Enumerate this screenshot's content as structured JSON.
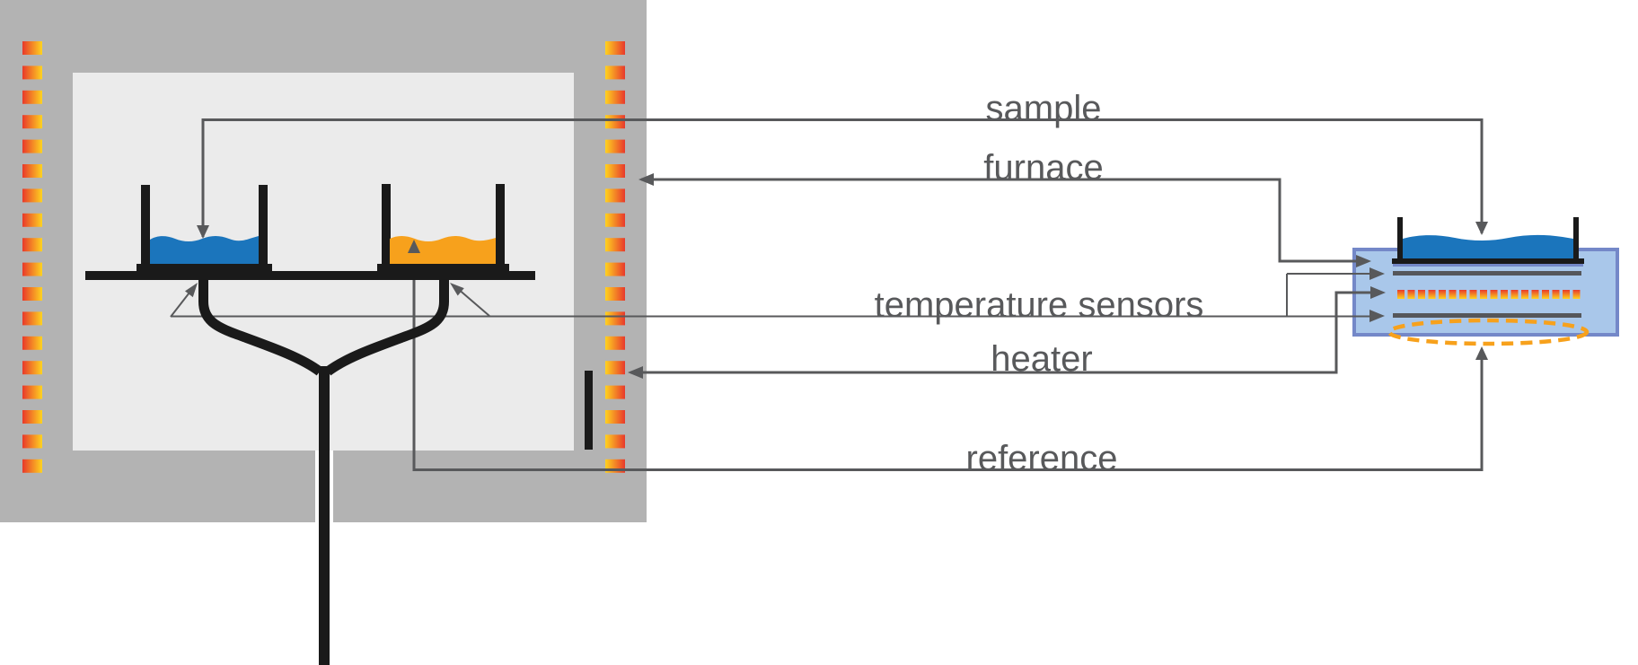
{
  "diagram": {
    "labels": {
      "sample": "sample",
      "furnace": "furnace",
      "temperature_sensors": "temperature sensors",
      "heater": "heater",
      "reference": "reference"
    },
    "colors": {
      "annotation": "#58595B",
      "furnace_outer": "#B3B3B3",
      "furnace_chamber": "#EBEBEB",
      "heater_red": "#E8392B",
      "heater_yellow": "#FFD320",
      "sample_liquid": "#1B75BC",
      "reference_liquid": "#F7A11C",
      "module_fill": "#A9C7EA",
      "module_border": "#7488C8",
      "apparatus_black": "#1A1A1A",
      "sensor_bar": "#55565A"
    },
    "heating_elements": {
      "left_segments": 18,
      "right_segments": 18,
      "module_dashes": 18
    }
  }
}
